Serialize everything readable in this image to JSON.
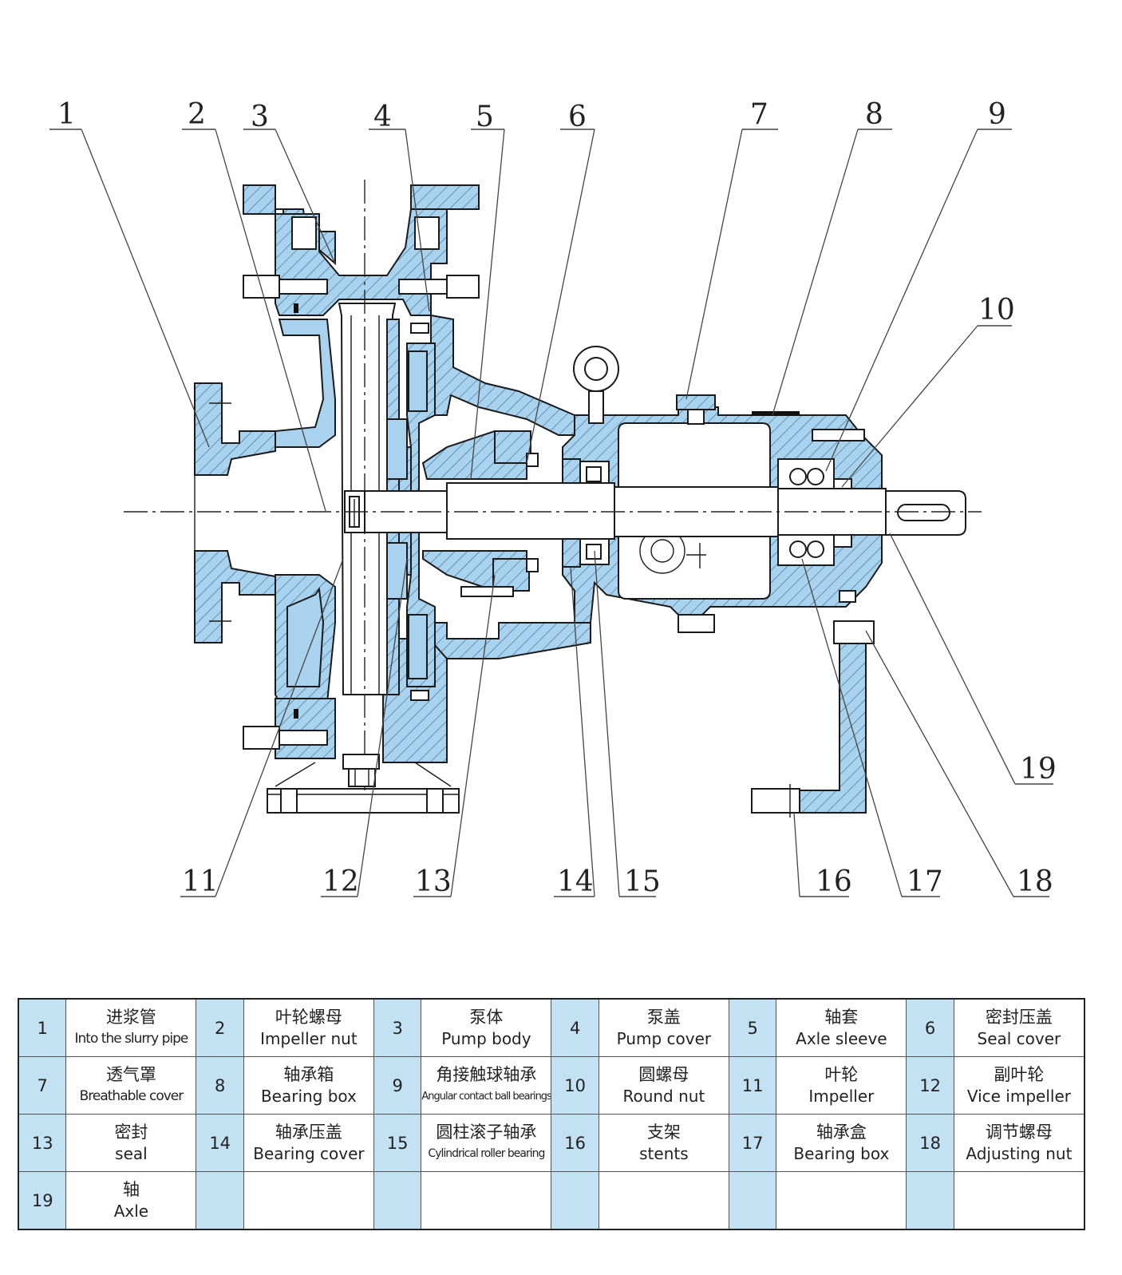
{
  "callouts": {
    "top": [
      "1",
      "2",
      "3",
      "4",
      "5",
      "6",
      "7",
      "8",
      "9"
    ],
    "right": [
      "10",
      "19"
    ],
    "bottom": [
      "11",
      "12",
      "13",
      "14",
      "15",
      "16",
      "17",
      "18"
    ]
  },
  "parts": [
    {
      "no": "1",
      "zh": "进浆管",
      "en": "Into the slurry pipe"
    },
    {
      "no": "2",
      "zh": "叶轮螺母",
      "en": "Impeller nut"
    },
    {
      "no": "3",
      "zh": "泵体",
      "en": "Pump body"
    },
    {
      "no": "4",
      "zh": "泵盖",
      "en": "Pump cover"
    },
    {
      "no": "5",
      "zh": "轴套",
      "en": "Axle sleeve"
    },
    {
      "no": "6",
      "zh": "密封压盖",
      "en": "Seal cover"
    },
    {
      "no": "7",
      "zh": "透气罩",
      "en": "Breathable cover"
    },
    {
      "no": "8",
      "zh": "轴承箱",
      "en": "Bearing box"
    },
    {
      "no": "9",
      "zh": "角接触球轴承",
      "en": "Angular contact ball bearings"
    },
    {
      "no": "10",
      "zh": "圆螺母",
      "en": "Round nut"
    },
    {
      "no": "11",
      "zh": "叶轮",
      "en": "Impeller"
    },
    {
      "no": "12",
      "zh": "副叶轮",
      "en": "Vice impeller"
    },
    {
      "no": "13",
      "zh": "密封",
      "en": "seal"
    },
    {
      "no": "14",
      "zh": "轴承压盖",
      "en": "Bearing cover"
    },
    {
      "no": "15",
      "zh": "圆柱滚子轴承",
      "en": "Cylindrical roller bearing"
    },
    {
      "no": "16",
      "zh": "支架",
      "en": "stents"
    },
    {
      "no": "17",
      "zh": "轴承盒",
      "en": "Bearing box"
    },
    {
      "no": "18",
      "zh": "调节螺母",
      "en": "Adjusting nut"
    },
    {
      "no": "19",
      "zh": "轴",
      "en": "Axle"
    }
  ],
  "colors": {
    "fill": "#a9d2ee",
    "index_cell": "#c2e2f4",
    "line": "#1a1a1a"
  }
}
